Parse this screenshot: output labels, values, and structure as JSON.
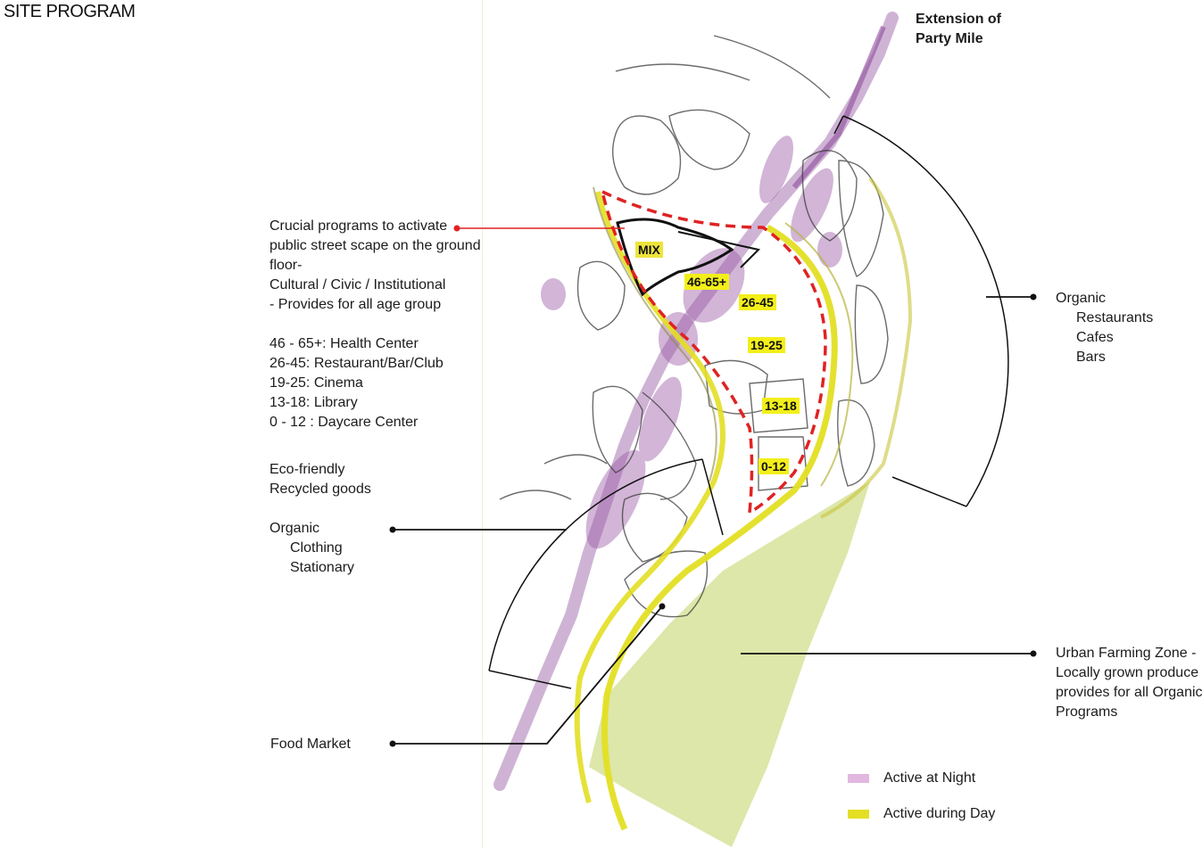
{
  "title": "SITE PROGRAM",
  "header_note": {
    "lines": [
      "Extension of",
      "Party Mile"
    ]
  },
  "crucial_programs": {
    "lines": [
      "Crucial programs to activate",
      "public street scape on the ground",
      "floor-",
      "Cultural / Civic / Institutional",
      "- Provides for all age group"
    ]
  },
  "age_programs": {
    "lines": [
      "46 - 65+: Health Center",
      "26-45: Restaurant/Bar/Club",
      "19-25: Cinema",
      "13-18: Library",
      "0 - 12 : Daycare Center"
    ]
  },
  "eco": {
    "lines": [
      "Eco-friendly",
      "Recycled goods"
    ]
  },
  "organic_left": {
    "heading": "Organic",
    "items": [
      "Clothing",
      "Stationary"
    ]
  },
  "food_market": "Food Market",
  "organic_right": {
    "heading": "Organic",
    "items": [
      "Restaurants",
      "Cafes",
      "Bars"
    ]
  },
  "urban_farming": {
    "lines": [
      "Urban Farming Zone -",
      "Locally grown produce",
      "provides for all Organic",
      "Programs"
    ]
  },
  "zones": {
    "mix": "MIX",
    "z46": "46-65+",
    "z26": "26-45",
    "z19": "19-25",
    "z13": "13-18",
    "z0": "0-12"
  },
  "legend": {
    "night": {
      "label": "Active at Night",
      "color": "#e2b7e0"
    },
    "day": {
      "label": "Active during Day",
      "color": "#e3df23"
    }
  },
  "colors": {
    "purple": "#9a5aa6",
    "yellow": "#e8e327",
    "green_zone": "#d6e39a",
    "red_dash": "#e02222",
    "leader_red": "#e02222"
  }
}
